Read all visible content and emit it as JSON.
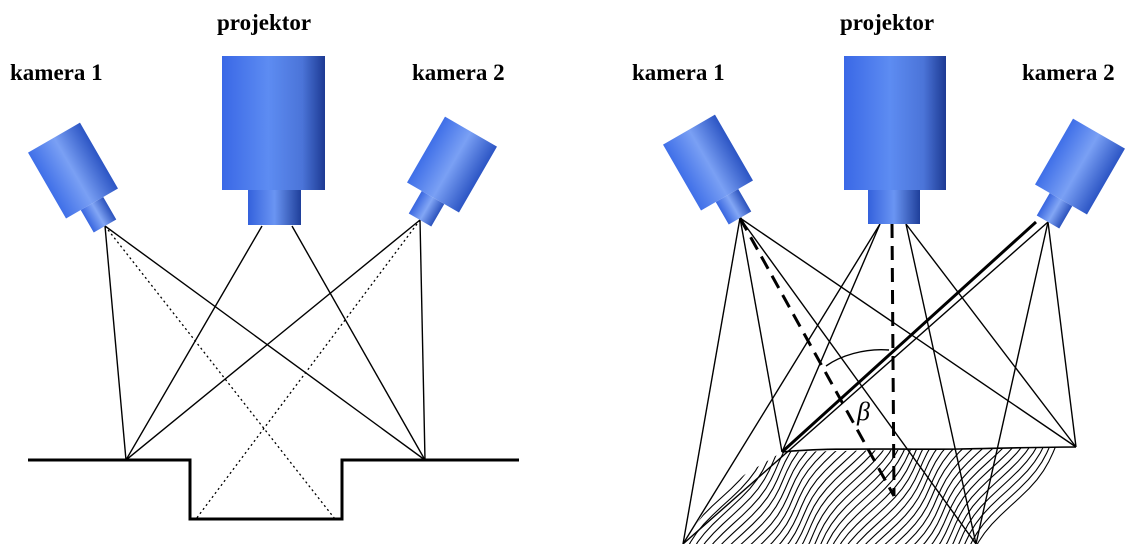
{
  "left_panel": {
    "camera1_label": "kamera 1",
    "projector_label": "projektor",
    "camera2_label": "kamera 2"
  },
  "right_panel": {
    "camera1_label": "kamera 1",
    "projector_label": "projektor",
    "camera2_label": "kamera 2",
    "angle_symbol": "β"
  },
  "colors": {
    "device_light": "#8fb1f4",
    "device_mid": "#3f70ea",
    "device_dark": "#1d3d9c",
    "lines": "#000000",
    "background": "#ffffff"
  },
  "icons": {
    "camera": "camera-icon",
    "projector": "projector-icon"
  }
}
